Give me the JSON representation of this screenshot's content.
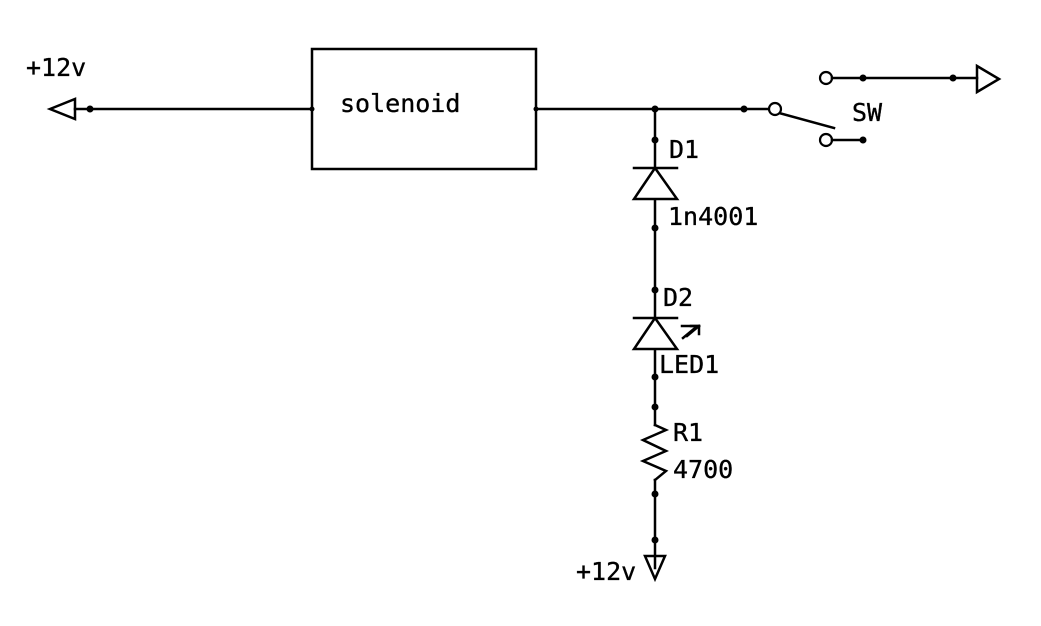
{
  "diagram": {
    "type": "electrical-schematic",
    "line_color": "#000000",
    "background": "#ffffff",
    "components": {
      "solenoid": {
        "label": "solenoid"
      },
      "switch": {
        "name": "SW"
      },
      "d1": {
        "name": "D1",
        "value": "1n4001",
        "symbol": "diode"
      },
      "d2": {
        "name": "D2",
        "value": "LED1",
        "symbol": "led"
      },
      "r1": {
        "name": "R1",
        "value": "4700",
        "symbol": "resistor"
      }
    },
    "power": {
      "top_left": "+12v",
      "bottom": "+12v"
    },
    "ground_symbol": "ground-arrow-icon"
  }
}
